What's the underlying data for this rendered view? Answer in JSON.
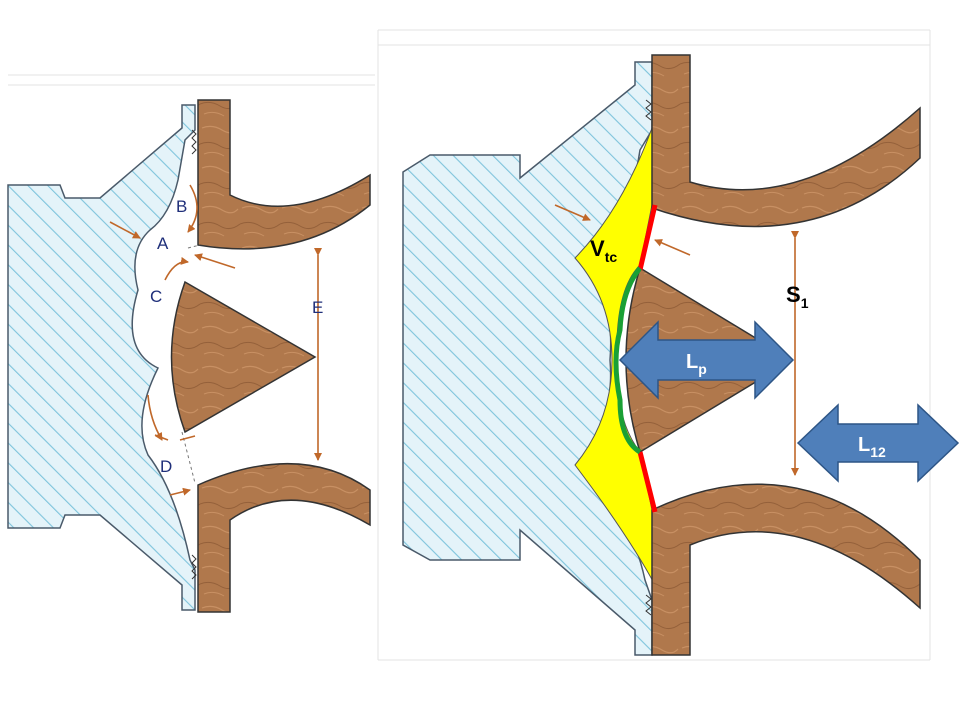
{
  "left_panel": {
    "labels": {
      "a": "A",
      "b": "B",
      "c": "C",
      "d": "D",
      "e": "E"
    }
  },
  "right_panel": {
    "labels": {
      "v_main": "V",
      "v_sub": "tc",
      "s_main": "S",
      "s_sub": "1",
      "lp_main": "L",
      "lp_sub": "p",
      "l12_main": "L",
      "l12_sub": "12"
    }
  },
  "colors": {
    "hatch": "#7fc4dc",
    "hatch_bg": "#e4f3f9",
    "wood": "#b0784c",
    "wood_dark": "#8a5530",
    "dimension": "#c0682a",
    "label_blue": "#1f2f7a",
    "volume_fill": "#ffff00",
    "red_edge": "#ff0000",
    "green_curve": "#1aa035",
    "arrow_fill": "#4f7fba",
    "arrow_stroke": "#2d5586",
    "grid": "#dddddd"
  }
}
